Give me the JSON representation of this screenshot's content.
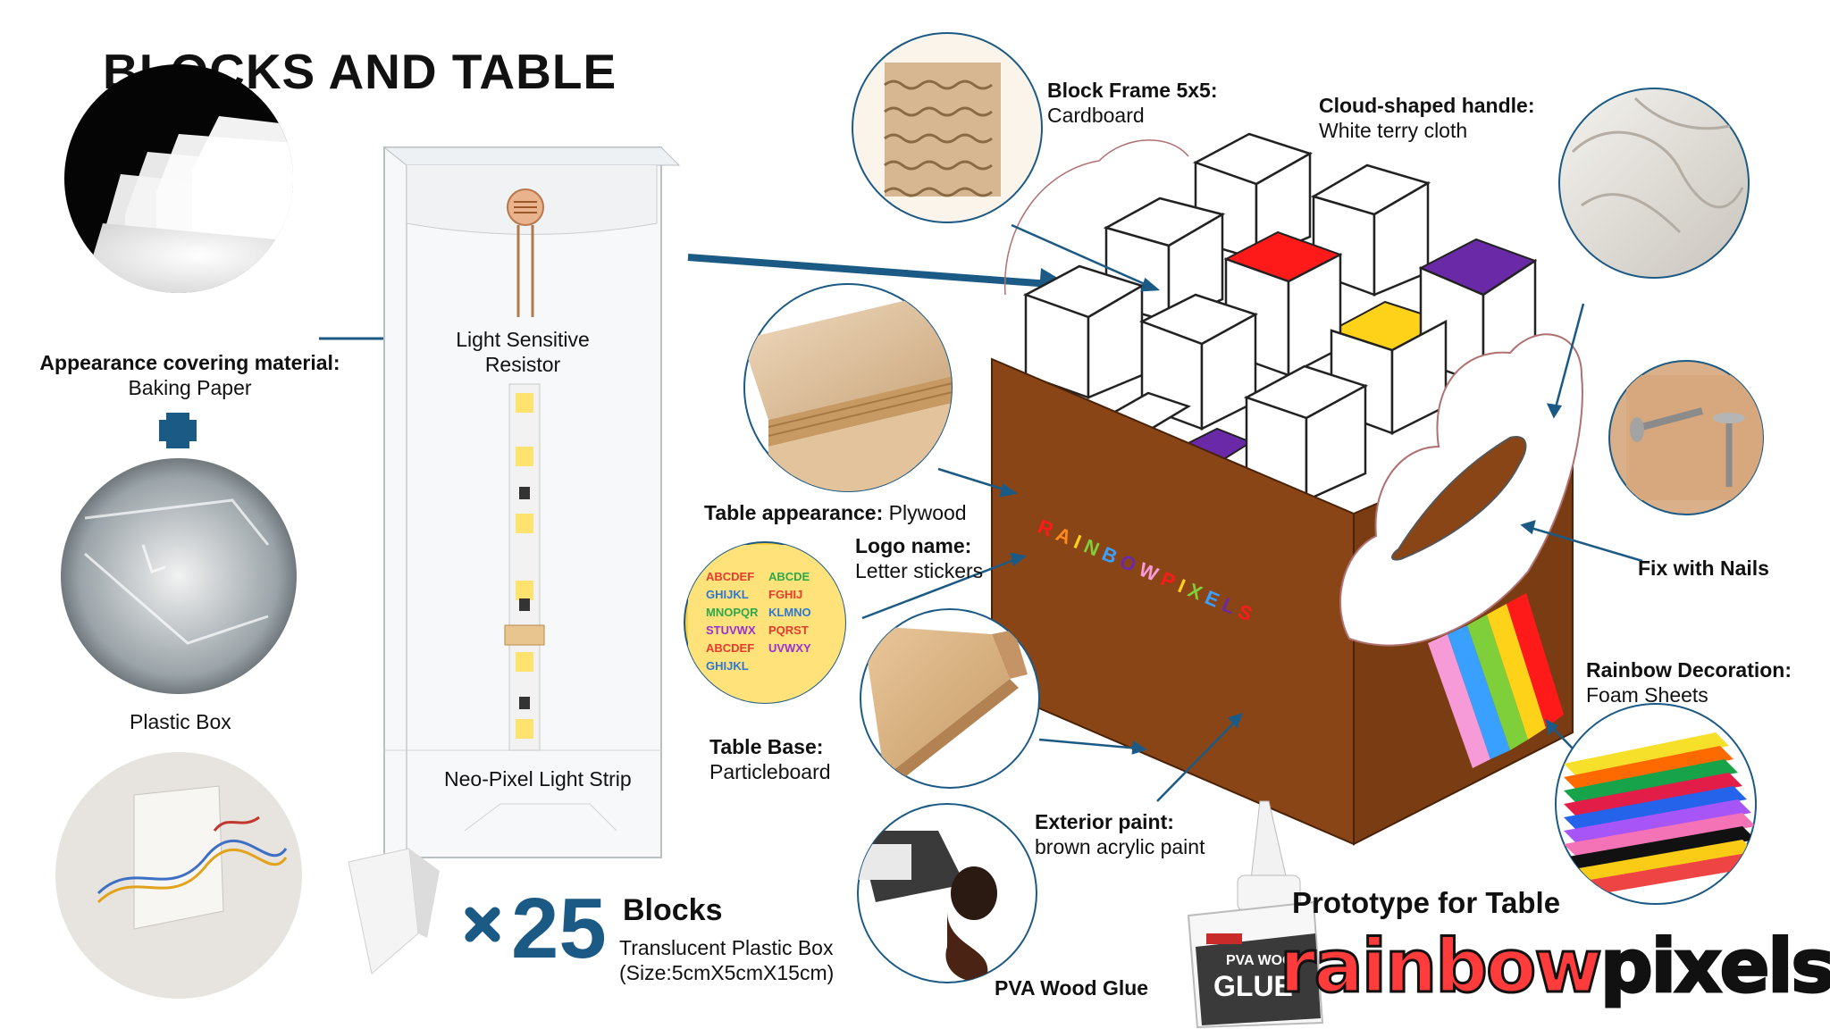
{
  "title": "BLOCKS AND TABLE",
  "labels": {
    "appearance_covering": {
      "heading": "Appearance covering material:",
      "value": "Baking Paper"
    },
    "plastic_box": "Plastic Box",
    "light_resistor": [
      "Light Sensitive",
      "Resistor"
    ],
    "neo_pixel": "Neo-Pixel Light Strip",
    "block_frame": {
      "heading": "Block Frame 5x5:",
      "value": "Cardboard"
    },
    "cloud_handle": {
      "heading": "Cloud-shaped handle:",
      "value": "White terry cloth"
    },
    "table_appearance": {
      "heading": "Table appearance:",
      "value": "Plywood"
    },
    "logo_name": {
      "heading": "Logo name:",
      "value": "Letter stickers"
    },
    "fix_nails": "Fix with Nails",
    "rainbow_decoration": {
      "heading": "Rainbow Decoration:",
      "value": "Foam Sheets"
    },
    "table_base": {
      "heading": "Table Base:",
      "value": "Particleboard"
    },
    "exterior_paint": {
      "heading": "Exterior paint:",
      "value": "brown acrylic paint"
    },
    "pva_glue": "PVA Wood Glue",
    "glue_bottle": [
      "PVA WOOD",
      "GLUE"
    ]
  },
  "blocks": {
    "count": "25",
    "title": "Blocks",
    "line1": "Translucent  Plastic Box",
    "line2": "(Size:5cmX5cmX15cm)"
  },
  "prototype": "Prototype for Table",
  "logo_text": {
    "part1": "rainbow",
    "part2": "pixels"
  },
  "table_logo": "RAINBOWPIXELS",
  "colors": {
    "accent_blue": "#1c5a86",
    "table_brown": "#8a4517",
    "red": "#ff1a1a",
    "yellow": "#ffd21a",
    "green": "#7fcf3a",
    "purple": "#6a2aa8",
    "rainbow": [
      "#ff1a1a",
      "#ffd21a",
      "#7fcf3a",
      "#3aa0ff",
      "#f79ad8"
    ]
  }
}
